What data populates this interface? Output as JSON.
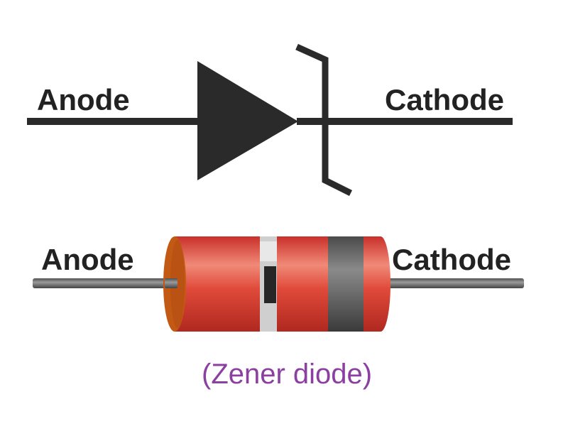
{
  "symbol": {
    "anode_label": "Anode",
    "cathode_label": "Cathode"
  },
  "component": {
    "anode_label": "Anode",
    "cathode_label": "Cathode"
  },
  "caption": "(Zener diode)",
  "colors": {
    "symbol_ink": "#2a2a2a",
    "lead_wire": "#606060",
    "body_red": "#d63a2c",
    "end_cap": "#c25a14",
    "band_light": "#c8c8c8",
    "band_dark": "#2b2b2b",
    "cathode_band": "#5a5a5a",
    "caption": "#8b3fa0"
  }
}
